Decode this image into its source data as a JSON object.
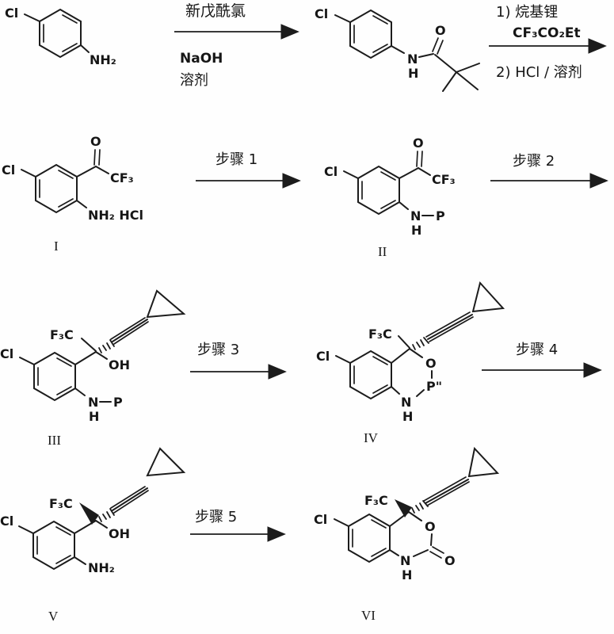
{
  "reaction1": {
    "above": "新戊酰氯",
    "below1": "NaOH",
    "below2": "溶剂"
  },
  "reaction2": {
    "above1": "1) 烷基锂",
    "above2": "CF₃CO₂Et",
    "below": "2) HCl /  溶剂"
  },
  "steps": {
    "s1": "步骤  1",
    "s2": "步骤  2",
    "s3": "步骤  3",
    "s4": "步骤  4",
    "s5": "步骤  5"
  },
  "compounds": {
    "c1": {
      "label": "I"
    },
    "c2": {
      "label": "II"
    },
    "c3": {
      "label": "III"
    },
    "c4": {
      "label": "IV"
    },
    "c5": {
      "label": "V"
    },
    "c6": {
      "label": "VI"
    }
  },
  "atoms": {
    "cl": "Cl",
    "nh2": "NH₂",
    "nh2hcl": "NH₂ HCl",
    "n": "N",
    "h": "H",
    "o": "O",
    "oh": "OH",
    "cf3": "CF₃",
    "f3c": "F₃C",
    "p": "P",
    "p_dq": "P\""
  },
  "colors": {
    "ink": "#1c1c1c",
    "background": "#fefefe"
  }
}
